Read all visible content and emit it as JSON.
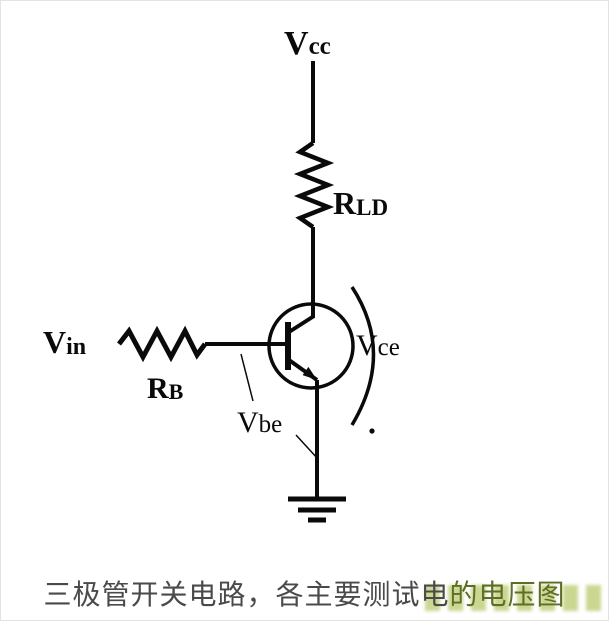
{
  "circuit": {
    "vcc": {
      "main": "V",
      "sub": "cc"
    },
    "rld": {
      "main": "R",
      "sub": "LD"
    },
    "vin": {
      "main": "V",
      "sub": "in"
    },
    "rb": {
      "main": "R",
      "sub": "B"
    },
    "vce": {
      "main": "V",
      "sub": "ce"
    },
    "vbe": {
      "main": "V",
      "sub": "be"
    }
  },
  "caption": {
    "part1": "三极管开关电路，各主要测试电",
    "part2": "的电压图"
  },
  "colors": {
    "ink": "#0a0a0a",
    "caption_text": "#4a4a4a",
    "watermark_green": "#9ab22c"
  }
}
